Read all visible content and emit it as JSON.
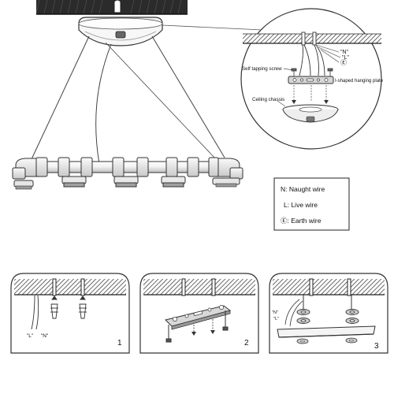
{
  "callout": {
    "labels": {
      "n": "\"N\"",
      "l": "\"L\"",
      "earth": "Ⓔ",
      "screw": "Self tapping screw",
      "plate": "I-shaped hanging plate",
      "chassis": "Ceiling chassis"
    }
  },
  "legend": {
    "naught": "N: Naught wire",
    "live": "L: Live wire",
    "earth": "Ⓔ: Earth wire"
  },
  "steps": {
    "step1": {
      "number": "1",
      "wire_l": "\"L\"",
      "wire_n": "\"N\""
    },
    "step2": {
      "number": "2"
    },
    "step3": {
      "number": "3",
      "wire_n": "\"N\"",
      "wire_l": "\"L\""
    }
  }
}
